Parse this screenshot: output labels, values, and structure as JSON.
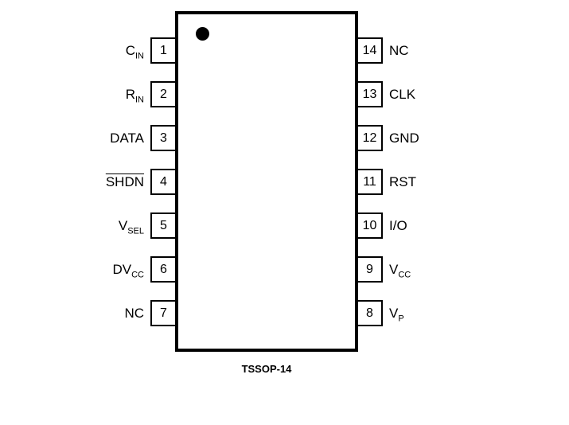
{
  "diagram": {
    "package_label": "TSSOP-14"
  },
  "left_pins": [
    {
      "number": "1",
      "main": "C",
      "sub": "IN"
    },
    {
      "number": "2",
      "main": "R",
      "sub": "IN"
    },
    {
      "number": "3",
      "main": "DATA",
      "sub": ""
    },
    {
      "number": "4",
      "main": "SHDN",
      "sub": ""
    },
    {
      "number": "5",
      "main": "V",
      "sub": "SEL"
    },
    {
      "number": "6",
      "main": "DV",
      "sub": "CC"
    },
    {
      "number": "7",
      "main": "NC",
      "sub": ""
    }
  ],
  "right_pins": [
    {
      "number": "14",
      "main": "NC",
      "sub": ""
    },
    {
      "number": "13",
      "main": "CLK",
      "sub": ""
    },
    {
      "number": "12",
      "main": "GND",
      "sub": ""
    },
    {
      "number": "11",
      "main": "RST",
      "sub": ""
    },
    {
      "number": "10",
      "main": "I/O",
      "sub": ""
    },
    {
      "number": "9",
      "main": "V",
      "sub": "CC"
    },
    {
      "number": "8",
      "main": "V",
      "sub": "P"
    }
  ]
}
